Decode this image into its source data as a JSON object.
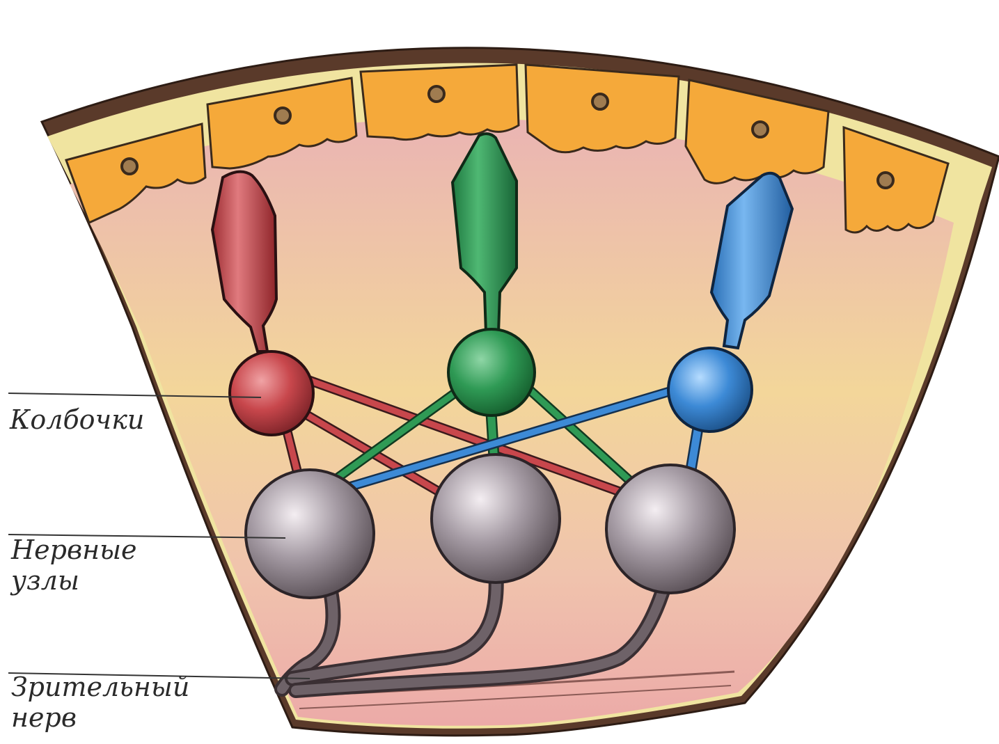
{
  "labels": {
    "cones": "Колбочки",
    "ganglia_line1": "Нервные",
    "ganglia_line2": "узлы",
    "optic_nerve_line1": "Зрительный",
    "optic_nerve_line2": "нерв"
  },
  "colors": {
    "outer_layer": "#5a3a2a",
    "pigment_layer": "#f0e4a0",
    "pigment_cells": "#f5a93a",
    "tissue_pink": "#efb6b0",
    "tissue_yellow": "#f3d69a",
    "cone_red": "#c8474c",
    "cone_green": "#2f9a55",
    "cone_blue": "#3d8ad6",
    "ganglion": "#8a8088",
    "nerve": "#5e5359"
  }
}
